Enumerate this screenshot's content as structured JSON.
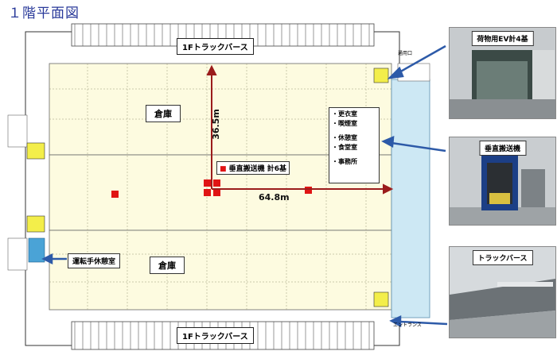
{
  "page": {
    "title": "１階平面図"
  },
  "plan": {
    "truck_berth_top": "1Fトラックバース",
    "truck_berth_bottom": "1Fトラックバース",
    "warehouse_top": "倉庫",
    "warehouse_bottom": "倉庫",
    "vertical_conveyor_label": "垂直搬送機 計6基",
    "dim_vertical": "36.5m",
    "dim_horizontal": "64.8m",
    "driver_rest": "運転手休憩室",
    "rooms": [
      "・更衣室",
      "・喫煙室",
      "・休憩室",
      "・食堂室",
      "・事務所"
    ],
    "entrance": "エントランス",
    "entry_mark": "通用口"
  },
  "photos": [
    {
      "label": "荷物用EV計4基"
    },
    {
      "label": "垂直搬送機"
    },
    {
      "label": "トラックバース"
    }
  ],
  "colors": {
    "warehouse": "#fdfbe0",
    "office": "#cde8f4",
    "highlight": "#f3ee4a",
    "conveyor": "#e01414",
    "arrow": "#9b1c1c",
    "callout_arrow": "#2d5aa8"
  }
}
